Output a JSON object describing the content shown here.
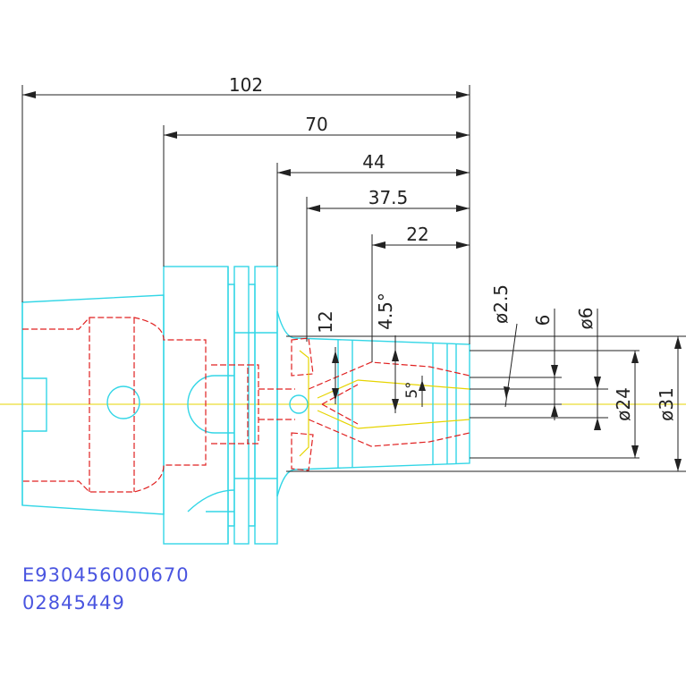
{
  "dimensions": {
    "overall_length": "102",
    "flange_length": "70",
    "nose_length": "44",
    "collet_length": "37.5",
    "clamp_length": "22",
    "groove_width": "12",
    "taper_angle": "4.5°",
    "inner_angle": "5°",
    "diameter_small": "ø2.5",
    "diameter_six_plain": "6",
    "diameter_six": "ø6",
    "diameter_bore": "ø24",
    "diameter_outer": "ø31"
  },
  "part_code": {
    "line1": "E930456000670",
    "line2": "02845449"
  },
  "colors": {
    "outline": "#33d6e6",
    "hidden": "#e02020",
    "centerline": "#e6d400",
    "dimension": "#222222",
    "code": "#4a55e0"
  }
}
